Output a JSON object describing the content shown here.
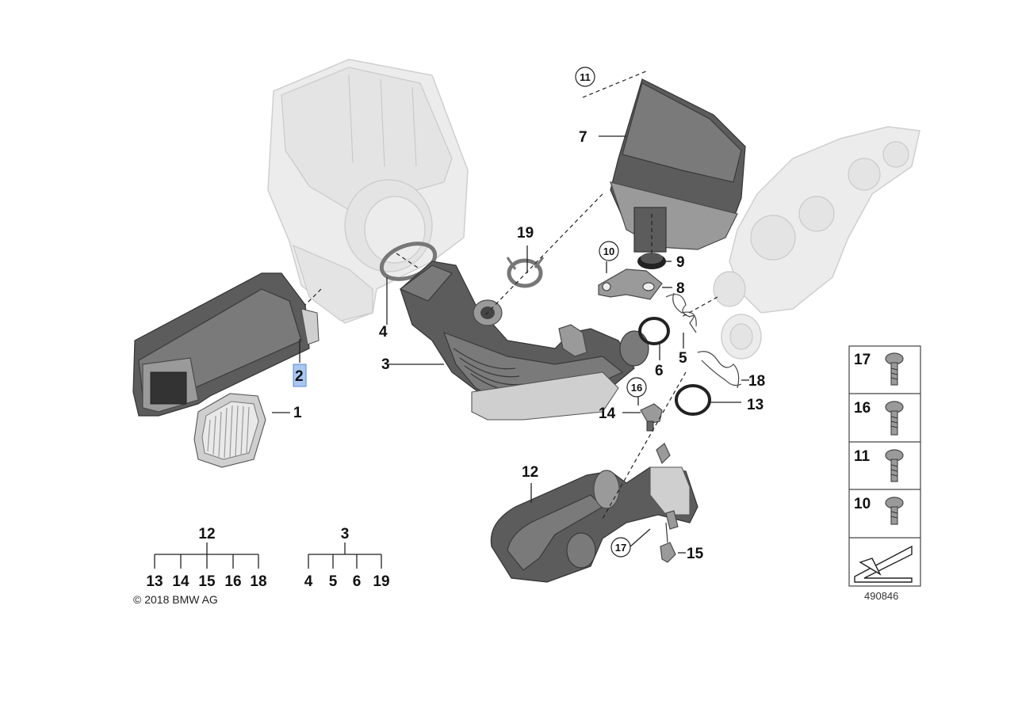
{
  "diagram": {
    "part_labels": {
      "p1": "1",
      "p2": "2",
      "p3": "3",
      "p4": "4",
      "p5": "5",
      "p6": "6",
      "p7": "7",
      "p8": "8",
      "p9": "9",
      "p10": "10",
      "p11": "11",
      "p12": "12",
      "p13": "13",
      "p14": "14",
      "p15": "15",
      "p16": "16",
      "p17": "17",
      "p18": "18",
      "p19": "19"
    },
    "tree12": {
      "parent": "12",
      "children": [
        "13",
        "14",
        "15",
        "16",
        "18"
      ]
    },
    "tree3": {
      "parent": "3",
      "children": [
        "4",
        "5",
        "6",
        "19"
      ]
    },
    "fastener_panel": {
      "items": [
        "17",
        "16",
        "11",
        "10"
      ]
    },
    "copyright": "© 2018 BMW AG",
    "diagram_number": "490846",
    "highlight_color": "#a8c8f0",
    "icons": [
      "screw-icon",
      "arrow-icon"
    ]
  }
}
